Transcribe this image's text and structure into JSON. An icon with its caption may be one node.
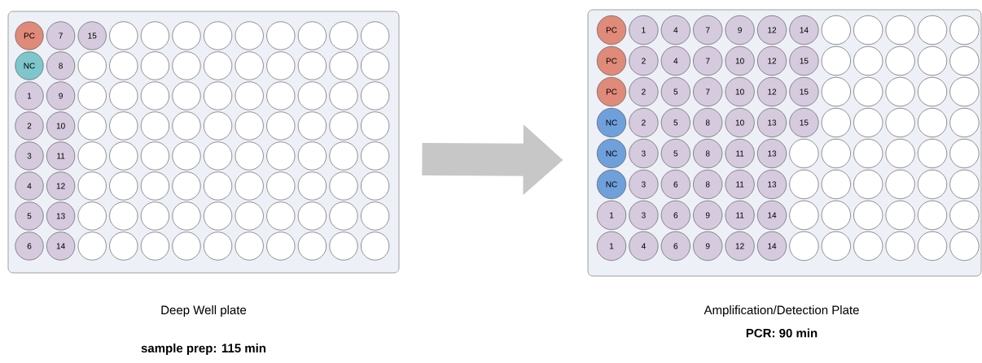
{
  "diagram": {
    "nodes": [
      {
        "text": [
          "Deep Well plate",
          "sample prep: 115 min"
        ]
      },
      {
        "text": [
          "PC"
        ],
        "in": 0
      },
      {
        "text": [
          "7"
        ],
        "in": 0
      },
      {
        "text": [
          "15"
        ],
        "in": 0
      },
      {
        "text": [],
        "shape": "circle",
        "in": 0
      },
      {
        "text": [],
        "shape": "circle",
        "in": 0
      },
      {
        "text": [],
        "shape": "circle",
        "in": 0
      },
      {
        "text": [],
        "shape": "circle",
        "in": 0
      },
      {
        "text": [],
        "shape": "circle",
        "in": 0
      },
      {
        "text": [],
        "shape": "circle",
        "in": 0
      },
      {
        "text": [],
        "shape": "circle",
        "in": 0
      },
      {
        "text": [],
        "shape": "circle",
        "in": 0
      },
      {
        "text": [],
        "shape": "circle",
        "in": 0
      },
      {
        "text": [
          "NC"
        ],
        "in": 0
      },
      {
        "text": [
          "8"
        ],
        "in": 0
      },
      {
        "text": [],
        "shape": "circle",
        "in": 0
      },
      {
        "text": [],
        "shape": "circle",
        "in": 0
      },
      {
        "text": [],
        "shape": "circle",
        "in": 0
      },
      {
        "text": [],
        "shape": "circle",
        "in": 0
      },
      {
        "text": [],
        "shape": "circle",
        "in": 0
      },
      {
        "text": [],
        "shape": "circle",
        "in": 0
      },
      {
        "text": [],
        "shape": "circle",
        "in": 0
      },
      {
        "text": [],
        "shape": "circle",
        "in": 0
      },
      {
        "text": [],
        "shape": "circle",
        "in": 0
      },
      {
        "text": [],
        "shape": "circle",
        "in": 0
      },
      {
        "text": [
          "1"
        ],
        "in": 0
      },
      {
        "text": [
          "9"
        ],
        "in": 0
      },
      {
        "text": [],
        "shape": "circle",
        "in": 0
      },
      {
        "text": [],
        "shape": "circle",
        "in": 0
      },
      {
        "text": [],
        "shape": "circle",
        "in": 0
      },
      {
        "text": [],
        "shape": "circle",
        "in": 0
      },
      {
        "text": [],
        "shape": "circle",
        "in": 0
      },
      {
        "text": [],
        "shape": "circle",
        "in": 0
      },
      {
        "text": [],
        "shape": "circle",
        "in": 0
      },
      {
        "text": [],
        "shape": "circle",
        "in": 0
      },
      {
        "text": [],
        "shape": "circle",
        "in": 0
      },
      {
        "text": [],
        "shape": "circle",
        "in": 0
      },
      {
        "text": [
          "2"
        ],
        "in": 0
      },
      {
        "text": [
          "10"
        ],
        "in": 0
      },
      {
        "text": [],
        "shape": "circle",
        "in": 0
      },
      {
        "text": [],
        "shape": "circle",
        "in": 0
      },
      {
        "text": [],
        "shape": "circle",
        "in": 0
      },
      {
        "text": [],
        "shape": "circle",
        "in": 0
      },
      {
        "text": [],
        "shape": "circle",
        "in": 0
      },
      {
        "text": [],
        "shape": "circle",
        "in": 0
      },
      {
        "text": [],
        "shape": "circle",
        "in": 0
      },
      {
        "text": [],
        "shape": "circle",
        "in": 0
      },
      {
        "text": [],
        "shape": "circle",
        "in": 0
      },
      {
        "text": [],
        "shape": "circle",
        "in": 0
      },
      {
        "text": [
          "3"
        ],
        "in": 0
      },
      {
        "text": [
          "11"
        ],
        "in": 0
      },
      {
        "text": [],
        "shape": "circle",
        "in": 0
      },
      {
        "text": [],
        "shape": "circle",
        "in": 0
      },
      {
        "text": [],
        "shape": "circle",
        "in": 0
      },
      {
        "text": [],
        "shape": "circle",
        "in": 0
      },
      {
        "text": [],
        "shape": "circle",
        "in": 0
      },
      {
        "text": [],
        "shape": "circle",
        "in": 0
      },
      {
        "text": [],
        "shape": "circle",
        "in": 0
      },
      {
        "text": [],
        "shape": "circle",
        "in": 0
      },
      {
        "text": [],
        "shape": "circle",
        "in": 0
      },
      {
        "text": [],
        "shape": "circle",
        "in": 0
      },
      {
        "text": [
          "4"
        ],
        "in": 0
      },
      {
        "text": [
          "12"
        ],
        "in": 0
      },
      {
        "text": [],
        "shape": "circle",
        "in": 0
      },
      {
        "text": [],
        "shape": "circle",
        "in": 0
      },
      {
        "text": [],
        "shape": "circle",
        "in": 0
      },
      {
        "text": [],
        "shape": "circle",
        "in": 0
      },
      {
        "text": [],
        "shape": "circle",
        "in": 0
      },
      {
        "text": [],
        "shape": "circle",
        "in": 0
      },
      {
        "text": [],
        "shape": "circle",
        "in": 0
      },
      {
        "text": [],
        "shape": "circle",
        "in": 0
      },
      {
        "text": [],
        "shape": "circle",
        "in": 0
      },
      {
        "text": [],
        "shape": "circle",
        "in": 0
      },
      {
        "text": [
          "5"
        ],
        "in": 0
      },
      {
        "text": [
          "13"
        ],
        "in": 0
      },
      {
        "text": [],
        "shape": "circle",
        "in": 0
      },
      {
        "text": [],
        "shape": "circle",
        "in": 0
      },
      {
        "text": [],
        "shape": "circle",
        "in": 0
      },
      {
        "text": [],
        "shape": "circle",
        "in": 0
      },
      {
        "text": [],
        "shape": "circle",
        "in": 0
      },
      {
        "text": [],
        "shape": "circle",
        "in": 0
      },
      {
        "text": [],
        "shape": "circle",
        "in": 0
      },
      {
        "text": [],
        "shape": "circle",
        "in": 0
      },
      {
        "text": [],
        "shape": "circle",
        "in": 0
      },
      {
        "text": [],
        "shape": "circle",
        "in": 0
      },
      {
        "text": [
          "6"
        ],
        "in": 0
      },
      {
        "text": [
          "14"
        ],
        "in": 0
      },
      {
        "text": [],
        "shape": "circle",
        "in": 0
      },
      {
        "text": [],
        "shape": "circle",
        "in": 0
      },
      {
        "text": [],
        "shape": "circle",
        "in": 0
      },
      {
        "text": [],
        "shape": "circle",
        "in": 0
      },
      {
        "text": [],
        "shape": "circle",
        "in": 0
      },
      {
        "text": [],
        "shape": "circle",
        "in": 0
      },
      {
        "text": [],
        "shape": "circle",
        "in": 0
      },
      {
        "text": [],
        "shape": "circle",
        "in": 0
      },
      {
        "text": [],
        "shape": "circle",
        "in": 0
      },
      {
        "text": [],
        "shape": "circle",
        "in": 0
      },
      {
        "text": [
          "Amplification/Detection Plate",
          "PCR: 90 min"
        ]
      },
      {
        "text": [
          "PC"
        ],
        "in": 97
      },
      {
        "text": [
          "1"
        ],
        "in": 97
      },
      {
        "text": [
          "4"
        ],
        "in": 97
      },
      {
        "text": [
          "7"
        ],
        "in": 97
      },
      {
        "text": [
          "9"
        ],
        "in": 97
      },
      {
        "text": [
          "12"
        ],
        "in": 97
      },
      {
        "text": [
          "14"
        ],
        "in": 97
      },
      {
        "text": [],
        "shape": "circle",
        "in": 97
      },
      {
        "text": [],
        "shape": "circle",
        "in": 97
      },
      {
        "text": [],
        "shape": "circle",
        "in": 97
      },
      {
        "text": [],
        "shape": "circle",
        "in": 97
      },
      {
        "text": [],
        "shape": "circle",
        "in": 97
      },
      {
        "text": [
          "PC"
        ],
        "in": 97
      },
      {
        "text": [
          "2"
        ],
        "in": 97
      },
      {
        "text": [
          "4"
        ],
        "in": 97
      },
      {
        "text": [
          "7"
        ],
        "in": 97
      },
      {
        "text": [
          "10"
        ],
        "in": 97
      },
      {
        "text": [
          "12"
        ],
        "in": 97
      },
      {
        "text": [
          "15"
        ],
        "in": 97
      },
      {
        "text": [],
        "shape": "circle",
        "in": 97
      },
      {
        "text": [],
        "shape": "circle",
        "in": 97
      },
      {
        "text": [],
        "shape": "circle",
        "in": 97
      },
      {
        "text": [],
        "shape": "circle",
        "in": 97
      },
      {
        "text": [],
        "shape": "circle",
        "in": 97
      },
      {
        "text": [
          "PC"
        ],
        "in": 97
      },
      {
        "text": [
          "2"
        ],
        "in": 97
      },
      {
        "text": [
          "5"
        ],
        "in": 97
      },
      {
        "text": [
          "7"
        ],
        "in": 97
      },
      {
        "text": [
          "10"
        ],
        "in": 97
      },
      {
        "text": [
          "12"
        ],
        "in": 97
      },
      {
        "text": [
          "15"
        ],
        "in": 97
      },
      {
        "text": [],
        "shape": "circle",
        "in": 97
      },
      {
        "text": [],
        "shape": "circle",
        "in": 97
      },
      {
        "text": [],
        "shape": "circle",
        "in": 97
      },
      {
        "text": [],
        "shape": "circle",
        "in": 97
      },
      {
        "text": [],
        "shape": "circle",
        "in": 97
      },
      {
        "text": [
          "NC"
        ],
        "in": 97
      },
      {
        "text": [
          "2"
        ],
        "in": 97
      },
      {
        "text": [
          "5"
        ],
        "in": 97
      },
      {
        "text": [
          "8"
        ],
        "in": 97
      },
      {
        "text": [
          "10"
        ],
        "in": 97
      },
      {
        "text": [
          "13"
        ],
        "in": 97
      },
      {
        "text": [
          "15"
        ],
        "in": 97
      },
      {
        "text": [],
        "shape": "circle",
        "in": 97
      },
      {
        "text": [],
        "shape": "circle",
        "in": 97
      },
      {
        "text": [],
        "shape": "circle",
        "in": 97
      },
      {
        "text": [],
        "shape": "circle",
        "in": 97
      },
      {
        "text": [],
        "shape": "circle",
        "in": 97
      },
      {
        "text": [
          "NC"
        ],
        "in": 97
      },
      {
        "text": [
          "3"
        ],
        "in": 97
      },
      {
        "text": [
          "5"
        ],
        "in": 97
      },
      {
        "text": [
          "8"
        ],
        "in": 97
      },
      {
        "text": [
          "11"
        ],
        "in": 97
      },
      {
        "text": [
          "13"
        ],
        "in": 97
      },
      {
        "text": [],
        "shape": "circle",
        "in": 97
      },
      {
        "text": [],
        "shape": "circle",
        "in": 97
      },
      {
        "text": [],
        "shape": "circle",
        "in": 97
      },
      {
        "text": [],
        "shape": "circle",
        "in": 97
      },
      {
        "text": [],
        "shape": "circle",
        "in": 97
      },
      {
        "text": [],
        "shape": "circle",
        "in": 97
      },
      {
        "text": [
          "NC"
        ],
        "in": 97
      },
      {
        "text": [
          "3"
        ],
        "in": 97
      },
      {
        "text": [
          "6"
        ],
        "in": 97
      },
      {
        "text": [
          "8"
        ],
        "in": 97
      },
      {
        "text": [
          "11"
        ],
        "in": 97
      },
      {
        "text": [
          "13"
        ],
        "in": 97
      },
      {
        "text": [],
        "shape": "circle",
        "in": 97
      },
      {
        "text": [],
        "shape": "circle",
        "in": 97
      },
      {
        "text": [],
        "shape": "circle",
        "in": 97
      },
      {
        "text": [],
        "shape": "circle",
        "in": 97
      },
      {
        "text": [],
        "shape": "circle",
        "in": 97
      },
      {
        "text": [],
        "shape": "circle",
        "in": 97
      },
      {
        "text": [
          "1"
        ],
        "in": 97
      },
      {
        "text": [
          "3"
        ],
        "in": 97
      },
      {
        "text": [
          "6"
        ],
        "in": 97
      },
      {
        "text": [
          "9"
        ],
        "in": 97
      },
      {
        "text": [
          "11"
        ],
        "in": 97
      },
      {
        "text": [
          "14"
        ],
        "in": 97
      },
      {
        "text": [],
        "shape": "circle",
        "in": 97
      },
      {
        "text": [],
        "shape": "circle",
        "in": 97
      },
      {
        "text": [],
        "shape": "circle",
        "in": 97
      },
      {
        "text": [],
        "shape": "circle",
        "in": 97
      },
      {
        "text": [],
        "shape": "circle",
        "in": 97
      },
      {
        "text": [],
        "shape": "circle",
        "in": 97
      },
      {
        "text": [
          "1"
        ],
        "in": 97
      },
      {
        "text": [
          "4"
        ],
        "in": 97
      },
      {
        "text": [
          "6"
        ],
        "in": 97
      },
      {
        "text": [
          "9"
        ],
        "in": 97
      },
      {
        "text": [
          "12"
        ],
        "in": 97
      },
      {
        "text": [
          "14"
        ],
        "in": 97
      },
      {
        "text": [],
        "shape": "circle",
        "in": 97
      },
      {
        "text": [],
        "shape": "circle",
        "in": 97
      },
      {
        "text": [],
        "shape": "circle",
        "in": 97
      },
      {
        "text": [],
        "shape": "circle",
        "in": 97
      },
      {
        "text": [],
        "shape": "circle",
        "in": 97
      },
      {
        "text": [],
        "shape": "circle",
        "in": 97
      }
    ],
    "edges": [
      {
        "from": 0,
        "to": 97,
        "arrow": "to"
      }
    ]
  }
}
